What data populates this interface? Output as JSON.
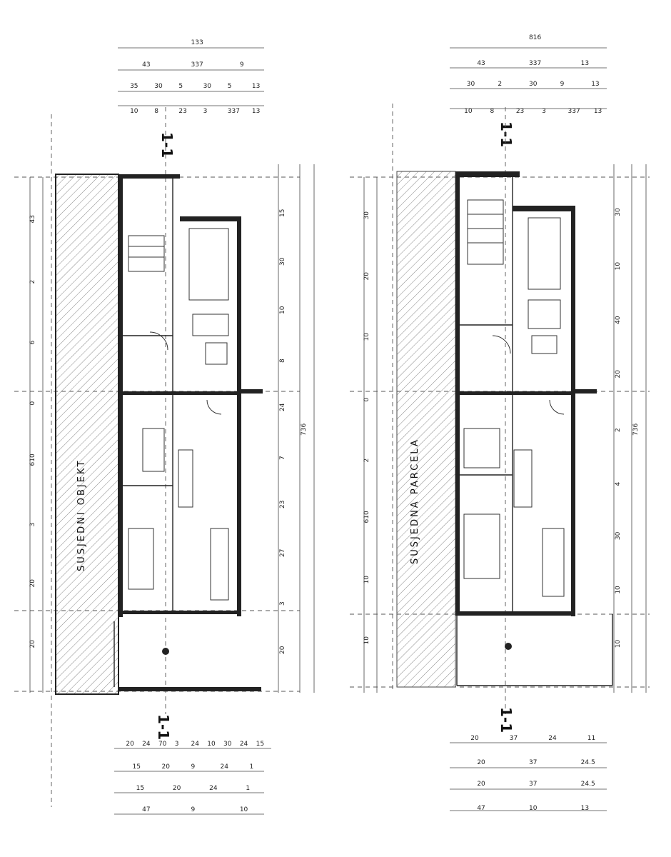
{
  "plans": [
    {
      "id": "left",
      "vertical_label": "SUSJEDNI OBJEKT",
      "section_mark_top": "1-1",
      "section_mark_bottom": "1-1",
      "top_dims": [
        [
          "133"
        ],
        [
          "43",
          "337",
          "9"
        ],
        [
          "35",
          "30",
          "5",
          "30",
          "5",
          "13"
        ],
        [
          "10",
          "8",
          "23",
          "3",
          "337",
          "13"
        ]
      ],
      "bottom_dims": [
        [
          "20",
          "24",
          "70",
          "3",
          "24",
          "10",
          "30",
          "24",
          "15"
        ],
        [
          "15",
          "20",
          "9",
          "24",
          "1"
        ],
        [
          "15",
          "20",
          "24",
          "1"
        ],
        [
          "47",
          "9",
          "10"
        ]
      ],
      "left_dims": [
        "43",
        "2",
        "6",
        "0",
        "610",
        "3",
        "20",
        "20"
      ],
      "right_dims": [
        "15",
        "30",
        "10",
        "8",
        "24",
        "7",
        "23",
        "27",
        "3",
        "20"
      ],
      "right_total": "736"
    },
    {
      "id": "right",
      "vertical_label": "SUSJEDNA PARCELA",
      "section_mark_top": "1-1",
      "section_mark_bottom": "1-1",
      "top_dims": [
        [
          "816"
        ],
        [
          "43",
          "337",
          "13"
        ],
        [
          "30",
          "2",
          "30",
          "9",
          "13"
        ],
        [
          "10",
          "8",
          "23",
          "3",
          "337",
          "13"
        ]
      ],
      "bottom_dims": [
        [
          "20",
          "37",
          "24",
          "11"
        ],
        [
          "20",
          "37",
          "24.5"
        ],
        [
          "20",
          "37",
          "24.5"
        ],
        [
          "47",
          "10",
          "13"
        ]
      ],
      "left_dims": [
        "30",
        "20",
        "10",
        "0",
        "2",
        "610",
        "10",
        "10"
      ],
      "right_dims": [
        "30",
        "10",
        "40",
        "20",
        "2",
        "4",
        "30",
        "10",
        "10"
      ],
      "right_total": "736"
    }
  ]
}
